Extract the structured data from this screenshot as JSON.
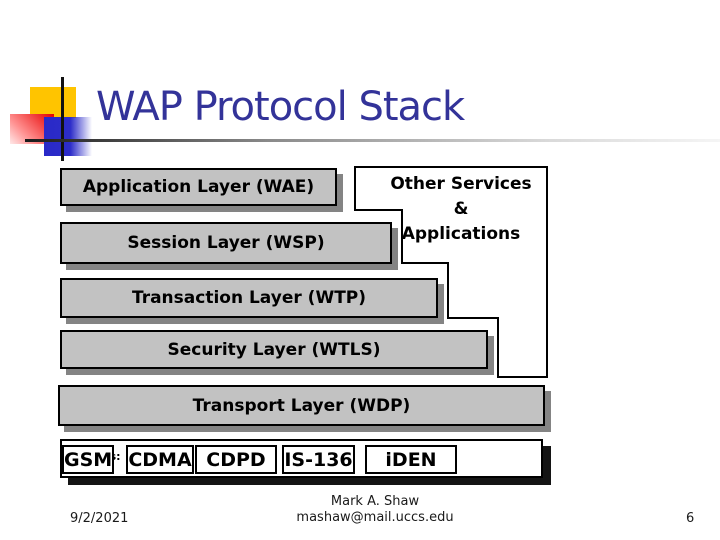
{
  "slide": {
    "title": "WAP Protocol Stack",
    "layers": [
      {
        "id": "application",
        "label": "Application Layer (WAE)"
      },
      {
        "id": "session",
        "label": "Session Layer (WSP)"
      },
      {
        "id": "transaction",
        "label": "Transaction Layer (WTP)"
      },
      {
        "id": "security",
        "label": "Security Layer (WTLS)"
      },
      {
        "id": "transport",
        "label": "Transport Layer (WDP)"
      }
    ],
    "other_services": {
      "lines": [
        "Other Services",
        "&",
        "Applications"
      ]
    },
    "bearers": {
      "label": "Bearers:",
      "items": [
        "GSM",
        "CDMA",
        "CDPD",
        "IS-136",
        "iDEN"
      ]
    },
    "footer": {
      "date": "9/2/2021",
      "author": "Mark A. Shaw",
      "email": "mashaw@mail.uccs.edu",
      "slide_number": "6"
    }
  },
  "colors": {
    "title_text": "#333399",
    "layer_fill": "#c2c2c2",
    "layer_shadow": "#848484",
    "bearers_shadow": "#141414",
    "decor_yellow": "#ffc400",
    "decor_red": "#e60000",
    "decor_blue": "#2929c8",
    "text": "#000000"
  }
}
